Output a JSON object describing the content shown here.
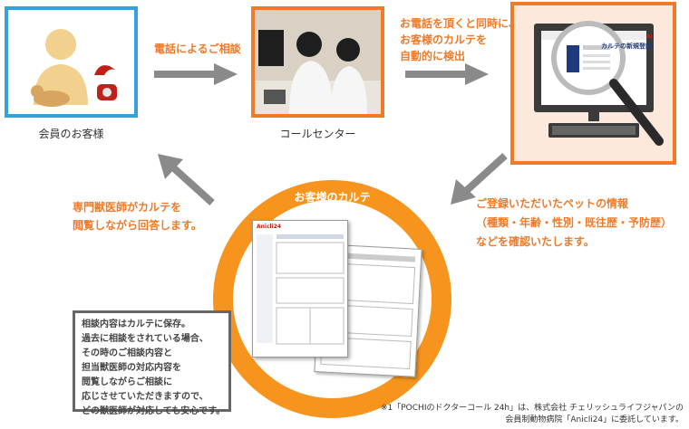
{
  "steps": {
    "customer": {
      "caption": "会員のお客様"
    },
    "call_center": {
      "caption": "コールセンター"
    },
    "computer": {
      "screen_title": "カルテの新規登録",
      "logo_fragment": "Anicli24"
    }
  },
  "arrows": {
    "phone_consult": "電話によるご相談",
    "detect": [
      "お電話を頂くと同時に、",
      "お客様のカルテを",
      "自動的に検出"
    ],
    "confirm": [
      "ご登録いただいたペットの情報",
      "（種類・年齢・性別・既往歴・予防歴）",
      "などを確認いたします。"
    ],
    "answer": [
      "専門獣医師がカルテを",
      "閲覧しながら回答します。"
    ]
  },
  "karte": {
    "ring_title": "お客様のカルテ",
    "logo": "Anicli24"
  },
  "note_lines": [
    "相談内容はカルテに保存。",
    "過去に相談をされている場合、",
    "その時のご相談内容と",
    "担当獣医師の対応内容を",
    "閲覧しながらご相談に",
    "応じさせていただきますので、",
    "どの獣医師が対応しても安心です。"
  ],
  "footnote": [
    "※1「POCHIのドクターコール 24h」は、株式会社 チェリッシュライフジャパンの",
    "会員制動物病院「Anicli24」に委託しています。"
  ],
  "colors": {
    "orange": "#f07a28",
    "blue": "#34a0dc",
    "arrow_gray": "#8a8a8a"
  }
}
